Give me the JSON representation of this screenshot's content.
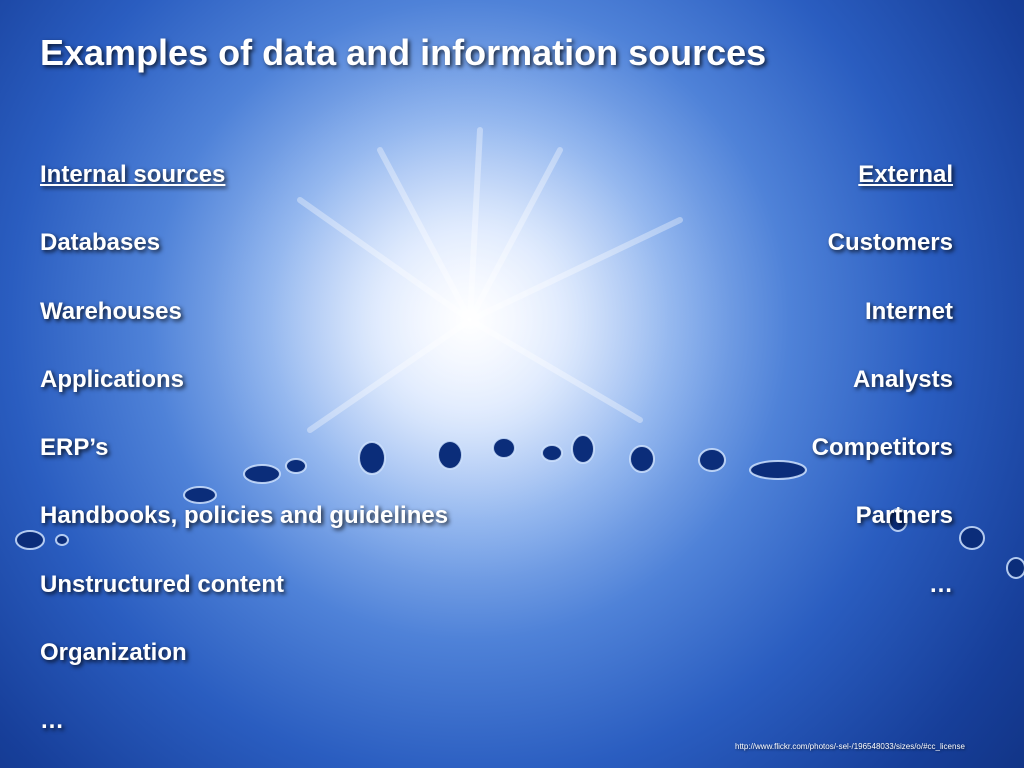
{
  "slide": {
    "title": "Examples of data and information sources",
    "internal": {
      "heading": "Internal sources",
      "items": [
        "Databases",
        "Warehouses",
        "Applications",
        "ERP’s",
        "Handbooks, policies and guidelines",
        "Unstructured content",
        "Organization",
        "…"
      ]
    },
    "external": {
      "heading": "External",
      "items": [
        "Customers",
        "Internet",
        "Analysts",
        "Competitors",
        "Partners",
        "…"
      ]
    },
    "credit": "http://www.flickr.com/photos/-sel-/196548033/sizes/o/#cc_license"
  }
}
